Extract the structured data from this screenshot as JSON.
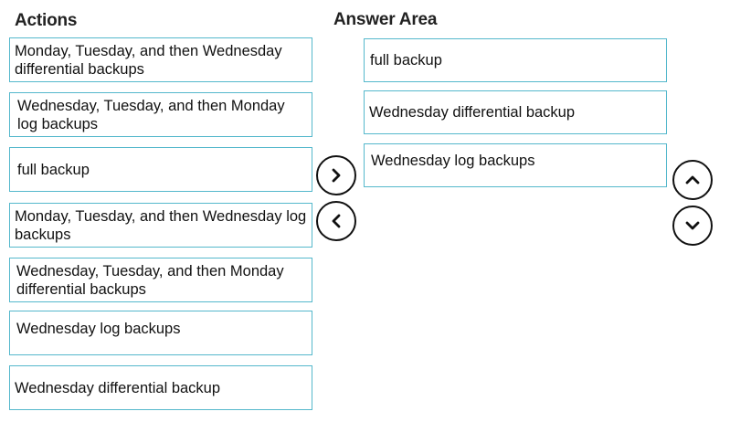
{
  "actions": {
    "heading": "Actions",
    "items": [
      {
        "label": "Monday, Tuesday, and then Wednesday differential backups"
      },
      {
        "label": "Wednesday, Tuesday, and then Monday log backups"
      },
      {
        "label": "full backup"
      },
      {
        "label": "Monday, Tuesday, and then Wednesday log backups"
      },
      {
        "label": "Wednesday, Tuesday, and then Monday differential backups"
      },
      {
        "label": "Wednesday log backups"
      },
      {
        "label": "Wednesday differential backup"
      }
    ]
  },
  "answer_area": {
    "heading": "Answer Area",
    "items": [
      {
        "label": "full backup"
      },
      {
        "label": "Wednesday differential backup"
      },
      {
        "label": "Wednesday log backups"
      }
    ]
  },
  "controls": {
    "move_right_icon": "chevron-right-icon",
    "move_left_icon": "chevron-left-icon",
    "move_up_icon": "chevron-up-icon",
    "move_down_icon": "chevron-down-icon"
  },
  "colors": {
    "box_border": "#55b8cc",
    "icon_stroke": "#111111"
  }
}
